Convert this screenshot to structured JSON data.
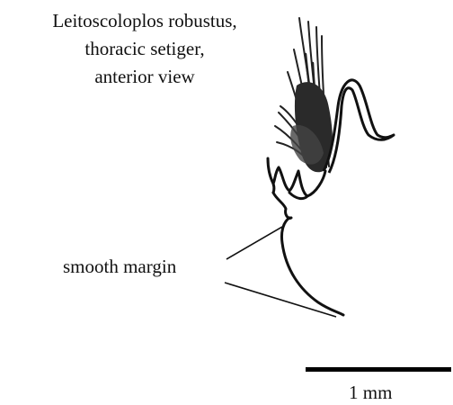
{
  "figure": {
    "title_lines": [
      "Leitoscoloplos robustus,",
      "thoracic setiger,",
      "anterior view"
    ],
    "callout_label": "smooth margin",
    "scale_bar_label": "1 mm"
  }
}
